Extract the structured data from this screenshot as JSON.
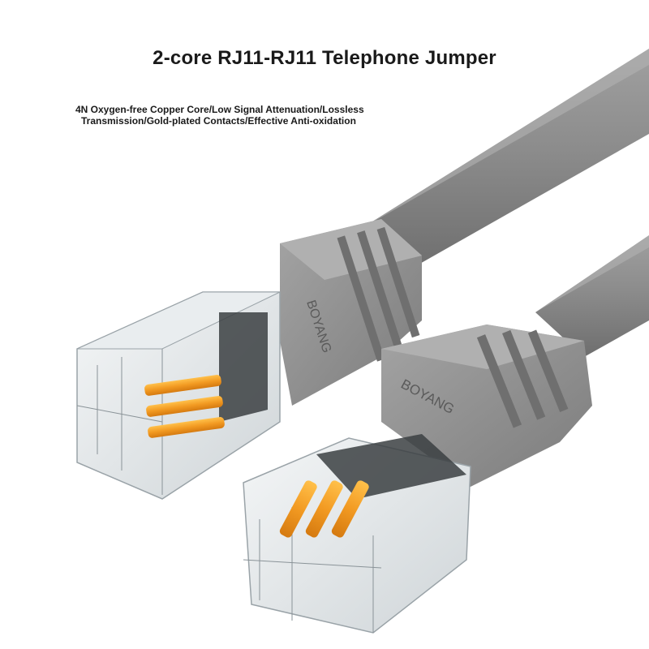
{
  "title": "2-core RJ11-RJ11 Telephone Jumper",
  "subtitle_lines": [
    "4N Oxygen-free Copper Core/Low Signal Attenuation/Lossless",
    "Transmission/Gold-plated Contacts/Effective Anti-oxidation"
  ],
  "brand": "BOYANG",
  "colors": {
    "cable": "#8a8a8a",
    "boot": "#949494",
    "contacts": "#f0a030",
    "background": "#ffffff"
  }
}
